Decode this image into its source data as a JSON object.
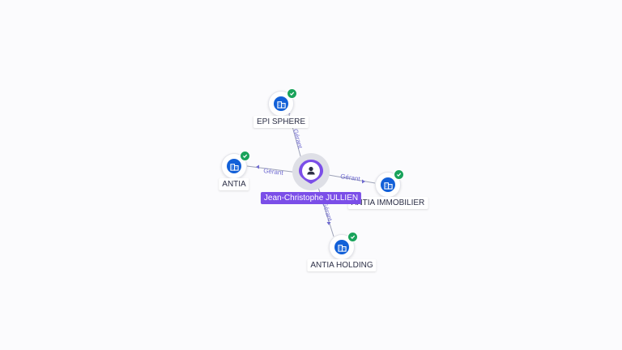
{
  "center": {
    "name": "Jean-Christophe JULLIEN",
    "icon": "person-icon"
  },
  "companies": [
    {
      "id": "epi",
      "name": "EPI SPHERE",
      "icon": "building-icon",
      "status_icon": "check-icon"
    },
    {
      "id": "antia",
      "name": "ANTIA",
      "icon": "building-icon",
      "status_icon": "check-icon"
    },
    {
      "id": "immo",
      "name": "ANTIA IMMOBILIER",
      "icon": "building-icon",
      "status_icon": "check-icon"
    },
    {
      "id": "holding",
      "name": "ANTIA HOLDING",
      "icon": "building-icon",
      "status_icon": "check-icon"
    }
  ],
  "edges": [
    {
      "target": "epi",
      "label": "Gérant"
    },
    {
      "target": "antia",
      "label": "Gérant"
    },
    {
      "target": "immo",
      "label": "Gérant"
    },
    {
      "target": "holding",
      "label": "Gérant"
    }
  ],
  "colors": {
    "person": "#7b4ee8",
    "company": "#1260d8",
    "verified": "#19a35b",
    "edge_label": "#6f6ad0"
  }
}
